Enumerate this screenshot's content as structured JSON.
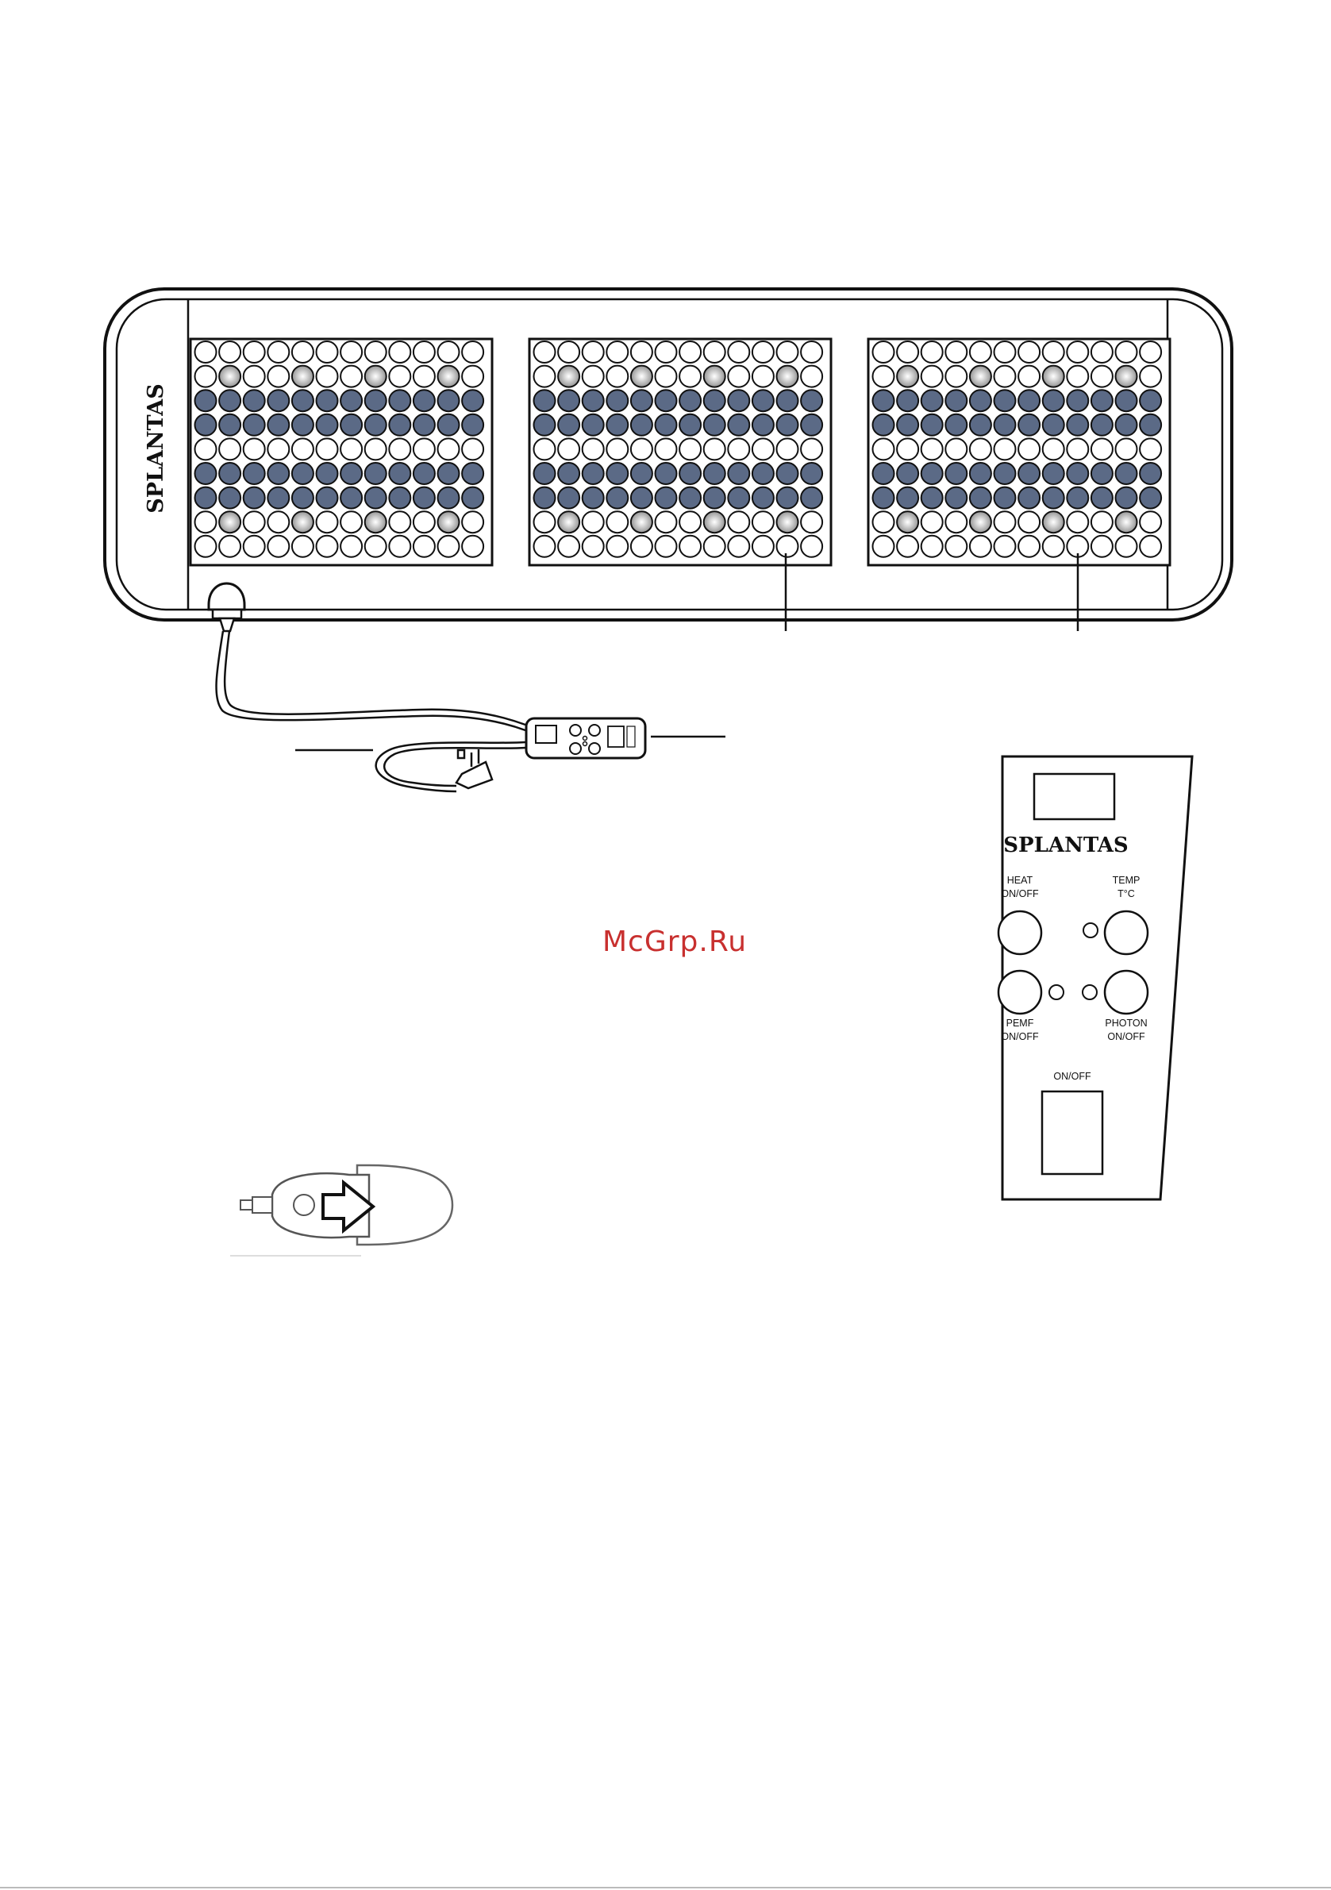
{
  "brand": "SPLANTAS",
  "mat": {
    "panels": 3,
    "rows": 9,
    "cols": 12,
    "row_pattern": [
      "empty",
      "led",
      "filled",
      "filled",
      "empty",
      "filled",
      "filled",
      "led",
      "empty"
    ],
    "led_columns": [
      1,
      4,
      7,
      10
    ]
  },
  "remote": {
    "labels": {
      "heat": "HEAT\nON/OFF",
      "temp": "TEMP\nT°C",
      "pemf": "PEMF\nON/OFF",
      "photon": "PHOTON\nON/OFF",
      "power": "ON/OFF"
    }
  },
  "watermark": "McGrp.Ru",
  "colors": {
    "ink": "#111111",
    "filled_dot": "#5b6a86",
    "led_dot": "#9a9a9a",
    "watermark": "#c8302f"
  }
}
